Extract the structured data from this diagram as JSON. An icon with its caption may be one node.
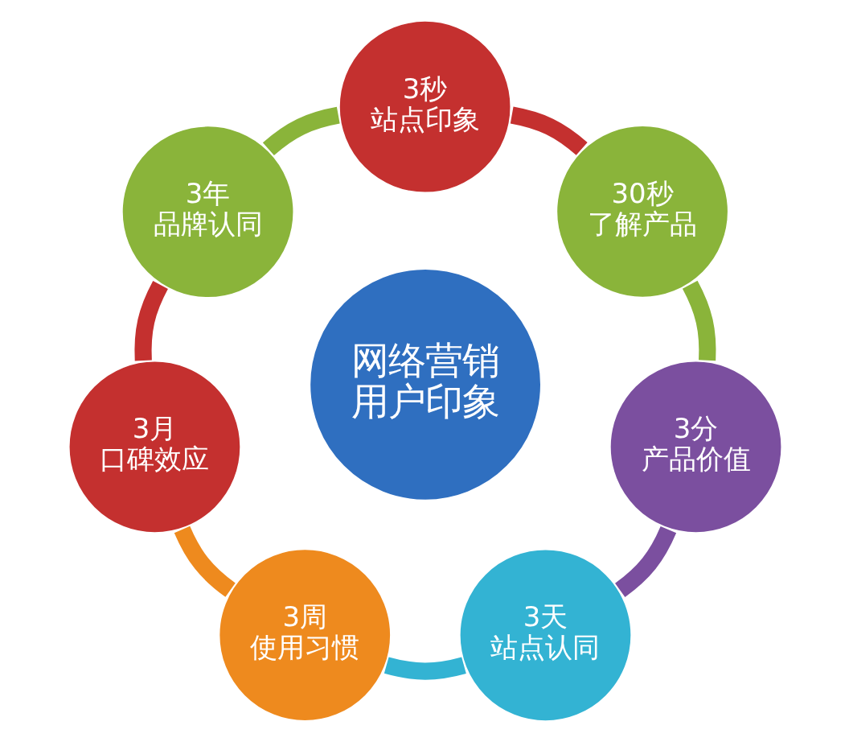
{
  "diagram": {
    "nodes": [
      {
        "text": [
          "网络营销用户印象"
        ]
      },
      {
        "text": [
          "3秒",
          "站点印象"
        ]
      },
      {
        "text": [
          "30秒",
          "了解产品"
        ]
      },
      {
        "text": [
          "3分",
          "产品价值"
        ]
      },
      {
        "text": [
          "3天",
          "站点认同"
        ]
      },
      {
        "text": [
          "3周",
          "使用习惯"
        ]
      },
      {
        "text": [
          "3月",
          "口碑效应"
        ]
      },
      {
        "text": [
          "3年",
          "品牌认同"
        ]
      }
    ],
    "edges": [
      {
        "from": 1,
        "to": 2,
        "arrow": "none",
        "color": "#c4302f"
      },
      {
        "from": 2,
        "to": 3,
        "arrow": "none",
        "color": "#8ab43a"
      },
      {
        "from": 3,
        "to": 4,
        "arrow": "none",
        "color": "#7b4f9f"
      },
      {
        "from": 4,
        "to": 5,
        "arrow": "none",
        "color": "#33b3d3"
      },
      {
        "from": 5,
        "to": 6,
        "arrow": "none",
        "color": "#ee8a1e"
      },
      {
        "from": 6,
        "to": 7,
        "arrow": "none",
        "color": "#c4302f"
      },
      {
        "from": 7,
        "to": 1,
        "arrow": "none",
        "color": "#8ab43a"
      }
    ]
  }
}
